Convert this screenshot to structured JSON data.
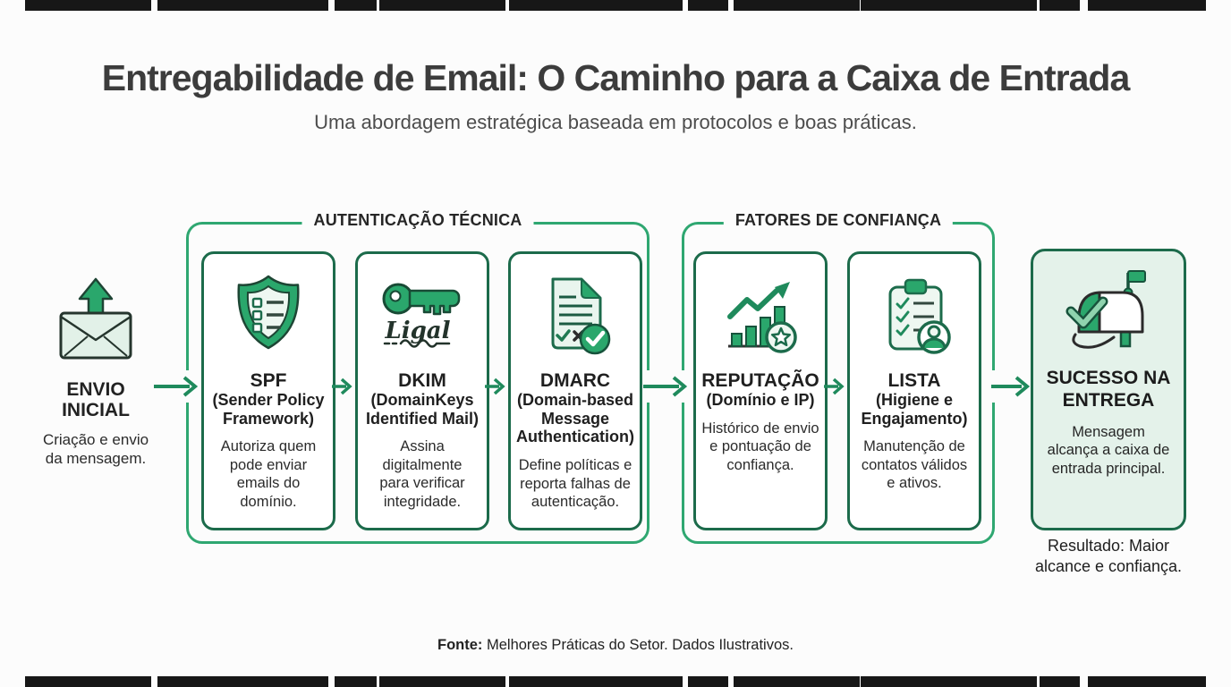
{
  "meta": {
    "accent_green": "#2aa76c",
    "border_green_dark": "#1c6b4b",
    "group_border_green": "#2fa771",
    "light_green_fill": "#e9f5ee",
    "arrow_green": "#1f8a5c",
    "strip_color": "#171717"
  },
  "header": {
    "title": "Entregabilidade de Email: O Caminho para a Caixa de Entrada",
    "subtitle": "Uma abordagem estratégica baseada em protocolos e boas práticas."
  },
  "start": {
    "label": "ENVIO\nINICIAL",
    "desc": "Criação e envio\nda mensagem.",
    "icon": "envelope-upload-icon"
  },
  "groups": [
    {
      "label": "AUTENTICAÇÃO TÉCNICA",
      "cards": [
        {
          "name": "SPF",
          "sub": "(Sender Policy\nFramework)",
          "desc": "Autoriza quem\npode enviar\nemails do\ndomínio.",
          "icon": "shield-checklist-icon"
        },
        {
          "name": "DKIM",
          "sub": "(DomainKeys\nIdentified Mail)",
          "desc": "Assina\ndigitalmente\npara verificar\nintegridade.",
          "icon": "key-signature-icon",
          "signature": "Ligal"
        },
        {
          "name": "DMARC",
          "sub": "(Domain-based\nMessage\nAuthentication)",
          "desc": "Define políticas e\nreporta falhas de\nautenticação.",
          "icon": "document-check-icon"
        }
      ]
    },
    {
      "label": "FATORES DE CONFIANÇA",
      "cards": [
        {
          "name": "REPUTAÇÃO",
          "sub": "(Domínio e IP)",
          "desc": "Histórico de envio\ne pontuação de\nconfiança.",
          "icon": "growth-chart-star-icon"
        },
        {
          "name": "LISTA",
          "sub": "(Higiene e\nEngajamento)",
          "desc": "Manutenção de\ncontatos válidos\ne ativos.",
          "icon": "clipboard-person-icon"
        }
      ]
    }
  ],
  "result": {
    "label": "SUCESSO NA\nENTREGA",
    "desc": "Mensagem\nalcança a caixa de\nentrada principal.",
    "note": "Resultado: Maior\nalcance e confiança.",
    "icon": "mailbox-check-icon"
  },
  "footer": {
    "label": "Fonte:",
    "text": " Melhores Práticas do Setor. Dados Ilustrativos."
  }
}
